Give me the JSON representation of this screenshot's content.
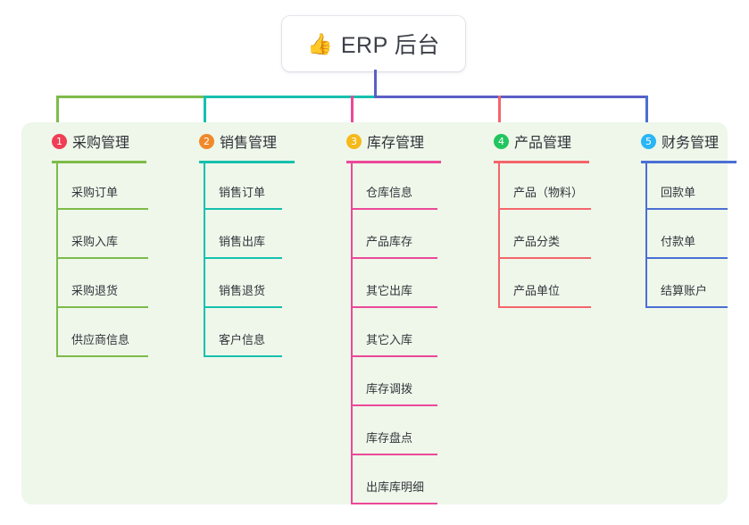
{
  "root": {
    "icon": "thumbs-up-icon",
    "icon_glyph": "👍",
    "title": "ERP 后台"
  },
  "colors": {
    "panel_background": "#eef7ea",
    "page_background": "#ffffff",
    "root_connector": "#5b5fc7",
    "branch_bar_left": "#7dbb4a",
    "branch_bar_mid": "#16c0ae",
    "branch_bar_right": "#5b5fc7",
    "text_primary": "#2f3238",
    "text_child": "#33363c"
  },
  "columns": [
    {
      "number": "1",
      "badge_color": "#ef3e55",
      "line_color": "#7dbb4a",
      "title": "采购管理",
      "children": [
        "采购订单",
        "采购入库",
        "采购退货",
        "供应商信息"
      ]
    },
    {
      "number": "2",
      "badge_color": "#f0892b",
      "line_color": "#16c0ae",
      "title": "销售管理",
      "children": [
        "销售订单",
        "销售出库",
        "销售退货",
        "客户信息"
      ]
    },
    {
      "number": "3",
      "badge_color": "#f5b91a",
      "line_color": "#ec4899",
      "title": "库存管理",
      "children": [
        "仓库信息",
        "产品库存",
        "其它出库",
        "其它入库",
        "库存调拨",
        "库存盘点",
        "出库库明细"
      ]
    },
    {
      "number": "4",
      "badge_color": "#22c55e",
      "line_color": "#f4656b",
      "title": "产品管理",
      "children": [
        "产品（物料）",
        "产品分类",
        "产品单位"
      ]
    },
    {
      "number": "5",
      "badge_color": "#29b6f6",
      "line_color": "#4a6fd4",
      "title": "财务管理",
      "children": [
        "回款单",
        "付款单",
        "结算账户"
      ]
    }
  ]
}
